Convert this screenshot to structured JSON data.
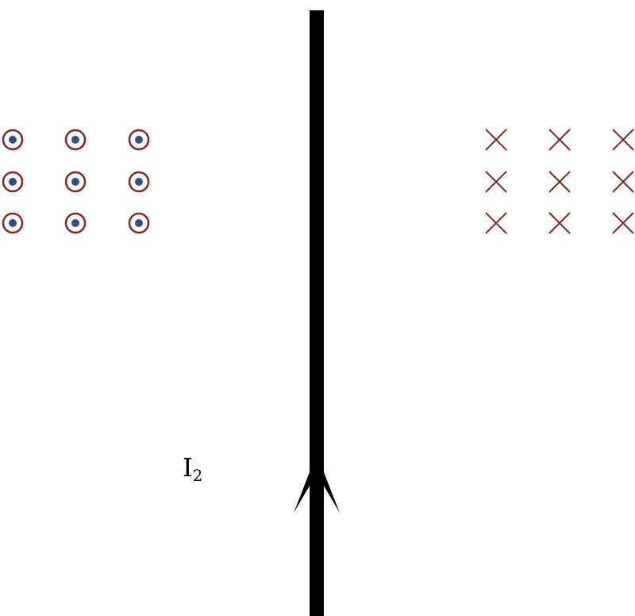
{
  "current_label": {
    "symbol": "I",
    "subscript": "2"
  },
  "current_direction": "up",
  "field_left": {
    "symbol": "dot",
    "meaning": "out-of-page",
    "rows": 3,
    "cols": 3
  },
  "field_right": {
    "symbol": "cross",
    "meaning": "into-page",
    "rows": 3,
    "cols": 3
  },
  "colors": {
    "wire": "#000000",
    "ring": "#7a2a2a",
    "dot": "#34507a",
    "cross": "#7a2a2a"
  }
}
